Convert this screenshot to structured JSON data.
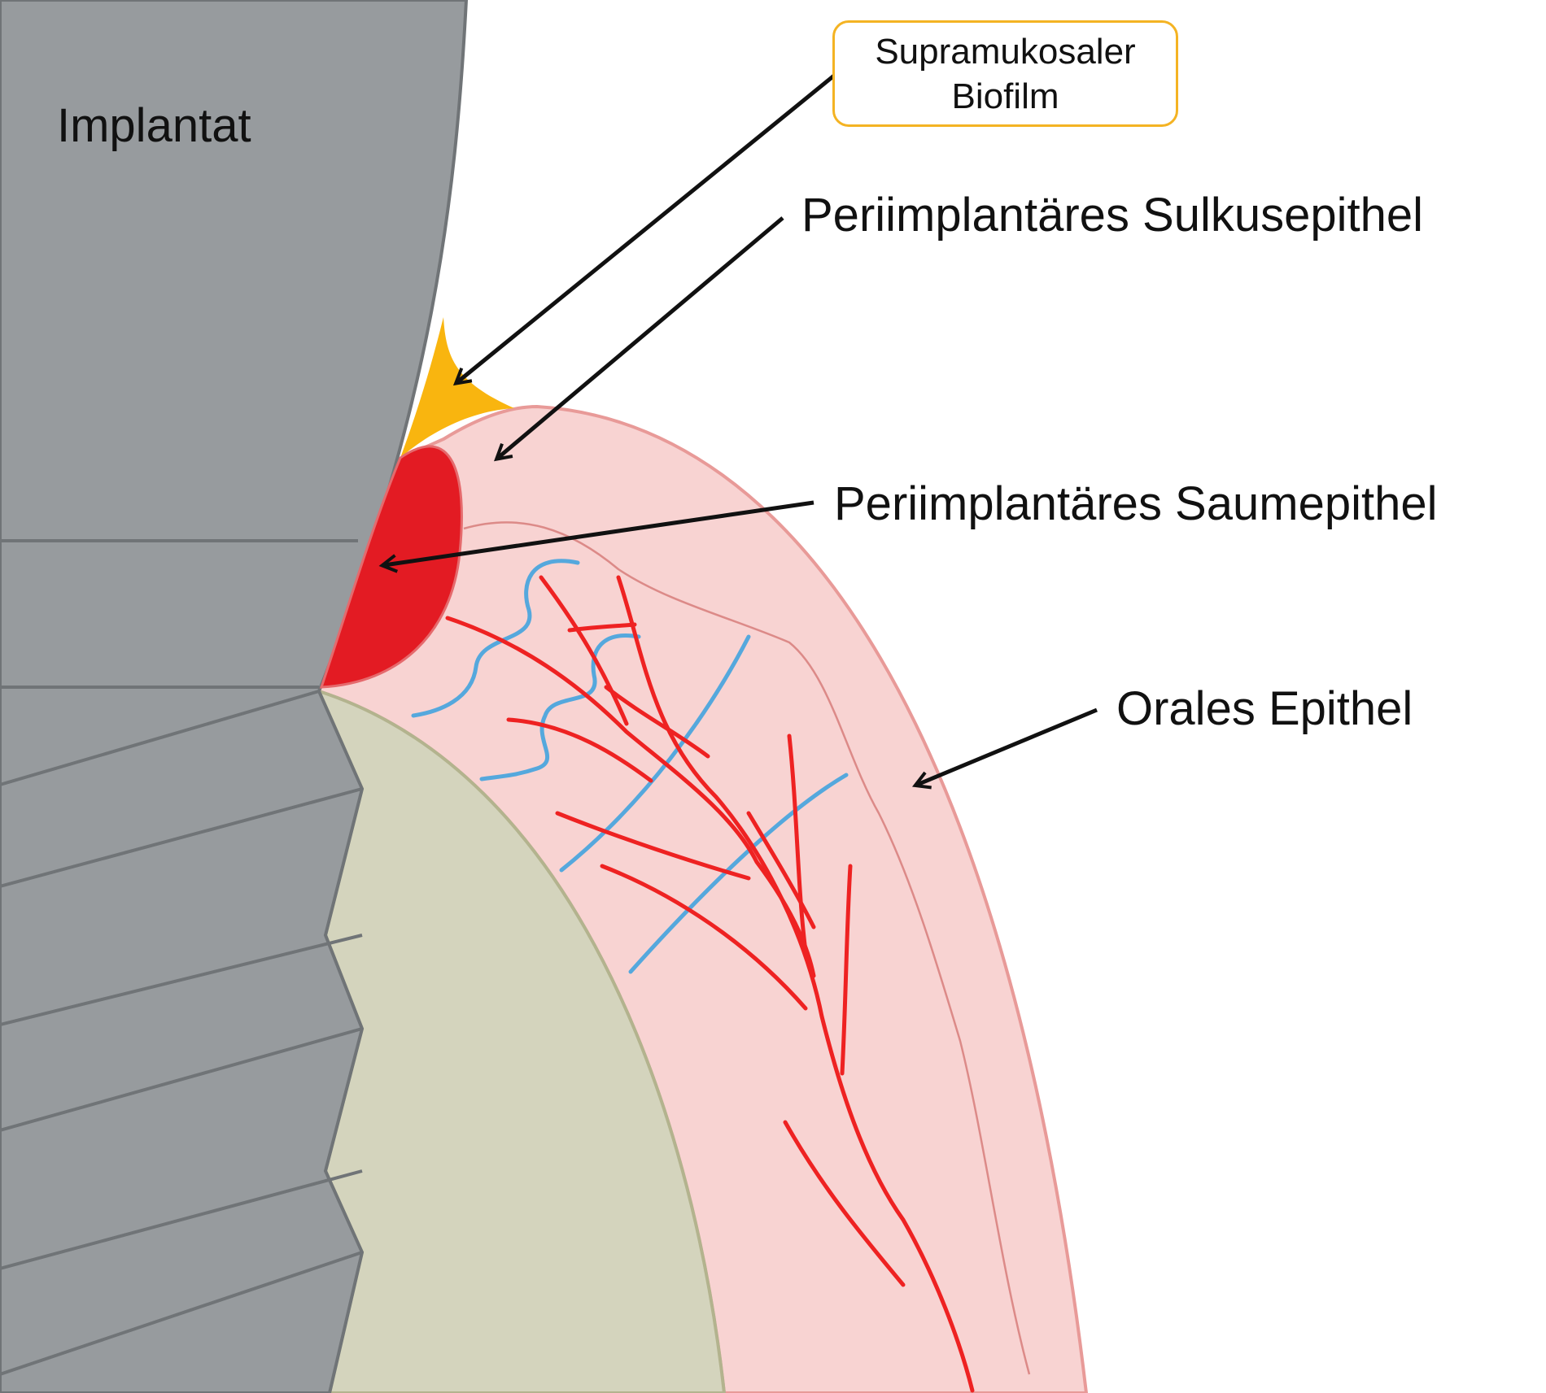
{
  "labels": {
    "implant": "Implantat",
    "biofilm_line1": "Supramukosaler",
    "biofilm_line2": "Biofilm",
    "sulcus": "Periimplantäres Sulkusepithel",
    "saum": "Periimplantäres Saumepithel",
    "oral": "Orales Epithel"
  },
  "colors": {
    "implant": "#979b9e",
    "implant_line": "#707477",
    "soft_tissue": "#f8d3d2",
    "soft_tissue_border": "#e89a98",
    "junctional_epithelium": "#e31b23",
    "biofilm": "#f9b50f",
    "bone": "#d4d4bd",
    "bone_border": "#b3b38e",
    "vessels": "#ee2222",
    "fibers": "#55a8dd",
    "box_border": "#f4b323",
    "arrows": "#111111"
  }
}
